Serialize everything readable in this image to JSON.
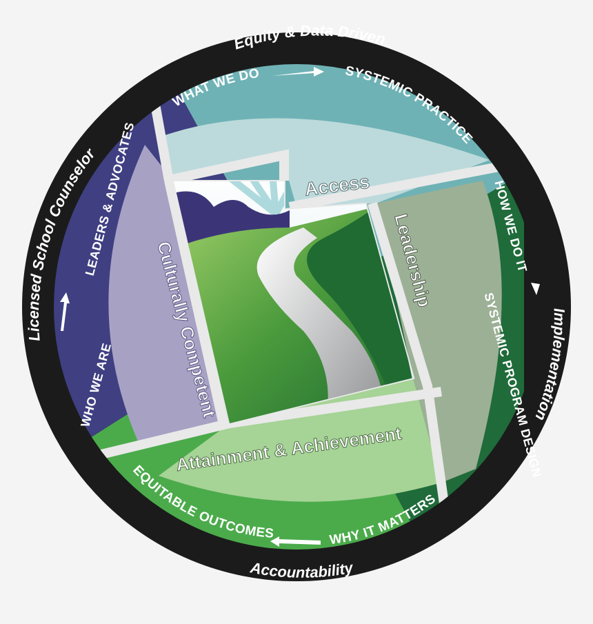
{
  "outer_ring": {
    "top": "Equity & Data Driven",
    "left": "Licensed School Counselor",
    "right": "Implementation",
    "bottom": "Accountability"
  },
  "bands": {
    "top_left": "WHAT WE DO",
    "top_right": "SYSTEMIC PRACTICE",
    "right_top": "HOW WE DO IT",
    "right_bottom": "SYSTEMIC PROGRAM DESIGN",
    "bottom_left": "EQUITABLE OUTCOMES",
    "bottom_right": "WHY IT MATTERS",
    "left_bottom": "WHO WE ARE",
    "left_top": "LEADERS & ADVOCATES"
  },
  "quadrants": {
    "access": "Access",
    "leadership": "Leadership",
    "attainment": "Attainment & Achievement",
    "culturally": "Culturally Competent"
  },
  "colors": {
    "ring": "#1b1b1b",
    "teal_band": "#6fb2b5",
    "teal_fill": "#bcdadb",
    "darkgreen_band": "#1f6b3a",
    "sage_fill": "#9cb096",
    "green_band": "#4bab4b",
    "lightgreen_fill": "#a6d396",
    "purple_band": "#3f3f82",
    "lavender_fill": "#a7a1c4",
    "divider": "#e9e9e9"
  }
}
